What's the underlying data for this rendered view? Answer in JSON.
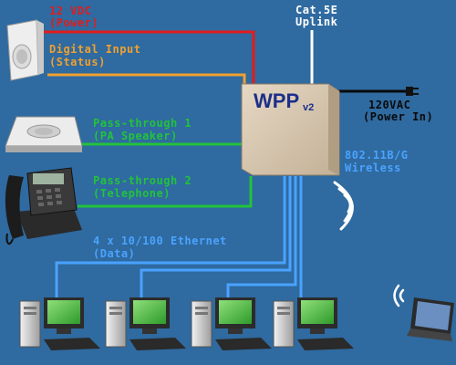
{
  "device": {
    "title": "WPP",
    "version": "v2"
  },
  "labels": {
    "power": [
      "12 VDC",
      "(Power)"
    ],
    "digital": [
      "Digital Input",
      "(Status)"
    ],
    "uplink": [
      "Cat.5E",
      "Uplink"
    ],
    "power_in": [
      "120VAC",
      "(Power In)"
    ],
    "pass1": [
      "Pass-through 1",
      "(PA Speaker)"
    ],
    "pass2": [
      "Pass-through 2",
      "(Telephone)"
    ],
    "wireless": [
      "802.11B/G",
      "Wireless"
    ],
    "ethernet": [
      "4 x 10/100 Ethernet",
      "(Data)"
    ]
  },
  "colors": {
    "background": "#2f6aa0",
    "power": "#e11c1c",
    "digital": "#f0a030",
    "passthrough": "#22c33a",
    "ethernet": "#4aa3ff",
    "uplink": "#ffffff",
    "power_in": "#0a0a0a",
    "device_box": "#d6c5ae"
  },
  "icons": {
    "sensor": "motion-sensor-icon",
    "speaker": "pa-speaker-icon",
    "phone": "desk-telephone-icon",
    "computer": "desktop-computer-icon",
    "laptop": "laptop-icon",
    "wifi": "wireless-signal-icon",
    "plug": "power-plug-icon"
  }
}
